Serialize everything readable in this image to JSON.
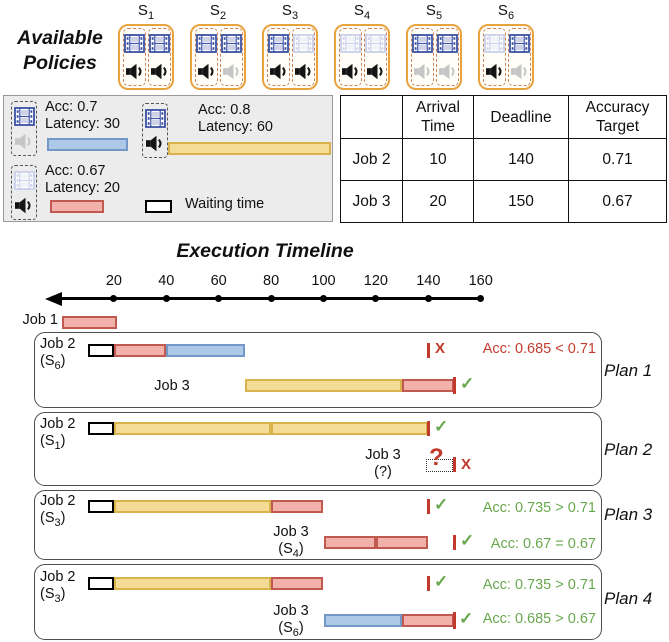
{
  "header": {
    "title_line1": "Available",
    "title_line2": "Policies"
  },
  "policies": [
    {
      "name": "S",
      "sub": "1",
      "slots": [
        {
          "video": true,
          "audio": true
        },
        {
          "video": true,
          "audio": true
        }
      ]
    },
    {
      "name": "S",
      "sub": "2",
      "slots": [
        {
          "video": true,
          "audio": true
        },
        {
          "video": true,
          "audio": false
        }
      ]
    },
    {
      "name": "S",
      "sub": "3",
      "slots": [
        {
          "video": true,
          "audio": true
        },
        {
          "video": false,
          "audio": true
        }
      ]
    },
    {
      "name": "S",
      "sub": "4",
      "slots": [
        {
          "video": false,
          "audio": true
        },
        {
          "video": false,
          "audio": true
        }
      ]
    },
    {
      "name": "S",
      "sub": "5",
      "slots": [
        {
          "video": true,
          "audio": false
        },
        {
          "video": true,
          "audio": false
        }
      ]
    },
    {
      "name": "S",
      "sub": "6",
      "slots": [
        {
          "video": false,
          "audio": true
        },
        {
          "video": true,
          "audio": false
        }
      ]
    }
  ],
  "legend": {
    "items": [
      {
        "video": true,
        "audio": false,
        "line1": "Acc: 0.7",
        "line2": "Latency: 30",
        "bar": "blue"
      },
      {
        "video": true,
        "audio": true,
        "line1": "Acc: 0.8",
        "line2": "Latency: 60",
        "bar": "yellow"
      },
      {
        "video": false,
        "audio": true,
        "line1": "Acc: 0.67",
        "line2": "Latency: 20",
        "bar": "red"
      },
      {
        "bar": "wait",
        "line1": "Waiting time"
      }
    ]
  },
  "job_table": {
    "headers": [
      "",
      "Arrival\nTime",
      "Deadline",
      "Accuracy\nTarget"
    ],
    "rows": [
      {
        "job": "Job 2",
        "arrival": "10",
        "deadline": "140",
        "accuracy": "0.71"
      },
      {
        "job": "Job 3",
        "arrival": "20",
        "deadline": "150",
        "accuracy": "0.67"
      }
    ]
  },
  "timeline": {
    "title": "Execution Timeline",
    "ticks": [
      20,
      40,
      60,
      80,
      100,
      120,
      140,
      160
    ],
    "job1": {
      "label": "Job 1",
      "segments": [
        {
          "type": "red",
          "start": 0,
          "end": 21
        }
      ]
    }
  },
  "icons": {
    "pass": "✓",
    "fail": "X",
    "unknown": "?"
  },
  "plans": [
    {
      "label": "Plan 1",
      "rows": [
        {
          "job_label": "Job 2",
          "policy": "S6",
          "segments": [
            {
              "type": "wait",
              "start": 10,
              "end": 20
            },
            {
              "type": "red",
              "start": 20,
              "end": 40
            },
            {
              "type": "blue",
              "start": 40,
              "end": 70
            }
          ],
          "deadline": 140,
          "outcome": "fail",
          "result_text": "Acc: 0.685 < 0.71",
          "result_color": "red"
        },
        {
          "job_label": "Job 3",
          "policy": null,
          "segments": [
            {
              "type": "yellow",
              "start": 70,
              "end": 130
            },
            {
              "type": "red",
              "start": 130,
              "end": 150
            }
          ],
          "deadline": 150,
          "outcome": "pass",
          "result_text": ""
        }
      ]
    },
    {
      "label": "Plan 2",
      "rows": [
        {
          "job_label": "Job 2",
          "policy": "S1",
          "segments": [
            {
              "type": "wait",
              "start": 10,
              "end": 20
            },
            {
              "type": "yellow",
              "start": 20,
              "end": 80
            },
            {
              "type": "yellow",
              "start": 80,
              "end": 140
            }
          ],
          "deadline": 140,
          "outcome": "pass",
          "result_text": ""
        },
        {
          "job_label": "Job 3",
          "policy": "?",
          "segments": [],
          "unscheduled": true,
          "deadline": 150,
          "outcome": "fail",
          "result_text": ""
        }
      ]
    },
    {
      "label": "Plan 3",
      "rows": [
        {
          "job_label": "Job 2",
          "policy": "S3",
          "segments": [
            {
              "type": "wait",
              "start": 10,
              "end": 20
            },
            {
              "type": "yellow",
              "start": 20,
              "end": 80
            },
            {
              "type": "red",
              "start": 80,
              "end": 100
            }
          ],
          "deadline": 140,
          "outcome": "pass",
          "result_text": "Acc: 0.735 > 0.71",
          "result_color": "green"
        },
        {
          "job_label": "Job 3",
          "policy": "S4",
          "segments": [
            {
              "type": "red",
              "start": 100,
              "end": 120
            },
            {
              "type": "red",
              "start": 120,
              "end": 140
            }
          ],
          "deadline": 150,
          "outcome": "pass",
          "result_text": "Acc: 0.67 = 0.67",
          "result_color": "green"
        }
      ]
    },
    {
      "label": "Plan 4",
      "rows": [
        {
          "job_label": "Job 2",
          "policy": "S3",
          "segments": [
            {
              "type": "wait",
              "start": 10,
              "end": 20
            },
            {
              "type": "yellow",
              "start": 20,
              "end": 80
            },
            {
              "type": "red",
              "start": 80,
              "end": 100
            }
          ],
          "deadline": 140,
          "outcome": "pass",
          "result_text": "Acc: 0.735 > 0.71",
          "result_color": "green"
        },
        {
          "job_label": "Job 3",
          "policy": "S6",
          "segments": [
            {
              "type": "blue",
              "start": 100,
              "end": 130
            },
            {
              "type": "red",
              "start": 130,
              "end": 150
            }
          ],
          "deadline": 150,
          "outcome": "pass",
          "result_text": "Acc: 0.685 > 0.67",
          "result_color": "green"
        }
      ]
    }
  ],
  "colors": {
    "bar_red_fill": "#F2B1AA",
    "bar_red_border": "#C05A50",
    "bar_blue_fill": "#AEC9E8",
    "bar_blue_border": "#7397C7",
    "bar_yellow_fill": "#F5DC96",
    "bar_yellow_border": "#D9B44C",
    "policy_border": "#E8A33D",
    "subbox_border": "#C8845C",
    "film_on": "#3A50A5",
    "film_off": "#C9D0E9",
    "speaker_on": "#141414",
    "speaker_off": "#C6C6C6",
    "deadline": "#C0392B",
    "fail": "#C0392B",
    "pass": "#6AA84F",
    "result_red": "#C43C2E",
    "result_green": "#6AA84F"
  }
}
